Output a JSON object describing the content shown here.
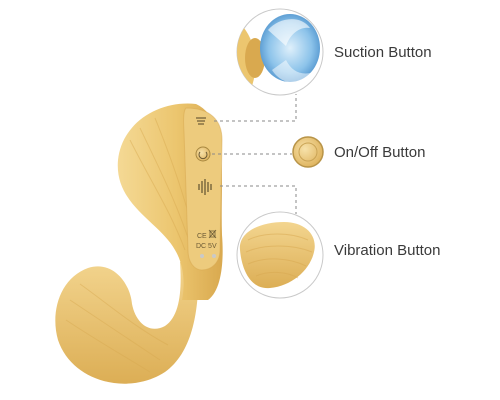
{
  "callouts": {
    "suction": "Suction Button",
    "onoff": "On/Off Button",
    "vibration": "Vibration Button"
  },
  "device_marks": {
    "certification": "CE",
    "power": "DC 5V"
  },
  "colors": {
    "body": "#ecc66f",
    "body_shadow": "#d9a94f",
    "body_highlight": "#f6de9e",
    "leader_line": "#8a8a8a",
    "circle_border": "#c9c9c9",
    "water": "#5b9fd3",
    "label_text": "#3a3a3a"
  },
  "icons": {
    "suction": "wave-lines-icon",
    "onoff": "power-button-icon",
    "vibration": "vibration-bars-icon",
    "waste": "crossed-bin-icon"
  }
}
